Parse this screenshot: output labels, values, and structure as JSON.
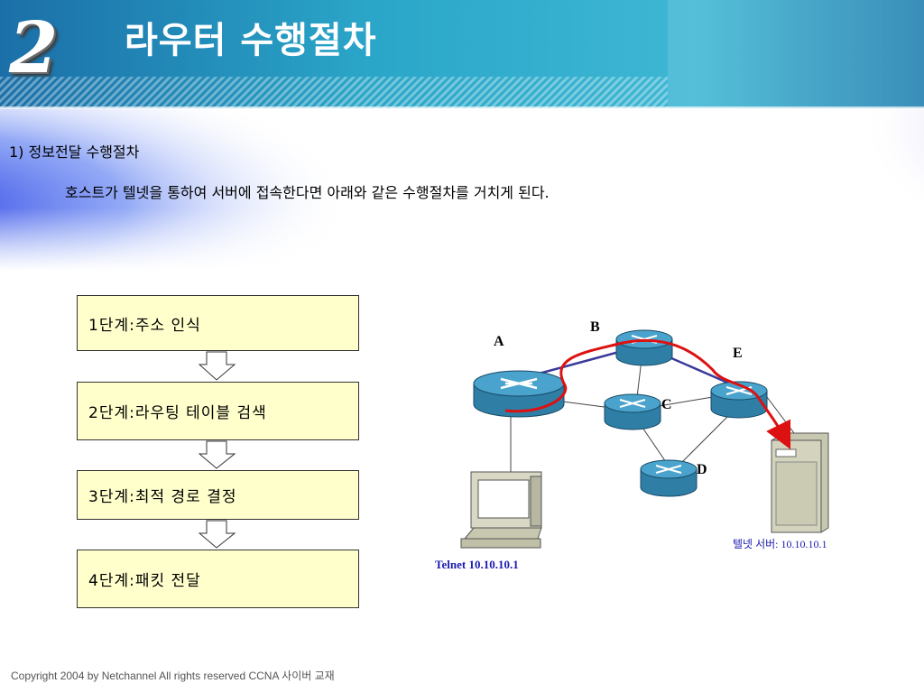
{
  "slide": {
    "number": "2",
    "title": "라우터 수행절차"
  },
  "section_heading": "1) 정보전달 수행절차",
  "description": "호스트가 텔넷을 통하여 서버에 접속한다면 아래와 같은 수행절차를 거치게 된다.",
  "steps": [
    "1단계:주소 인식",
    "2단계:라우팅 테이블 검색",
    "3단계:최적 경로 결정",
    "4단계:패킷 전달"
  ],
  "network": {
    "router_labels": [
      "A",
      "B",
      "C",
      "D",
      "E"
    ],
    "host_label": "Telnet 10.10.10.1",
    "server_label": "텔넷 서버: 10.10.10.1"
  },
  "colors": {
    "route": "#dd1111",
    "link_blue": "#3a3a9a",
    "box_fill": "#ffffcc",
    "router": "#3a8ab0"
  },
  "footer": {
    "text": "Copyright 2004 by Netchannel All rights reserved CCNA 사이버 교재"
  }
}
